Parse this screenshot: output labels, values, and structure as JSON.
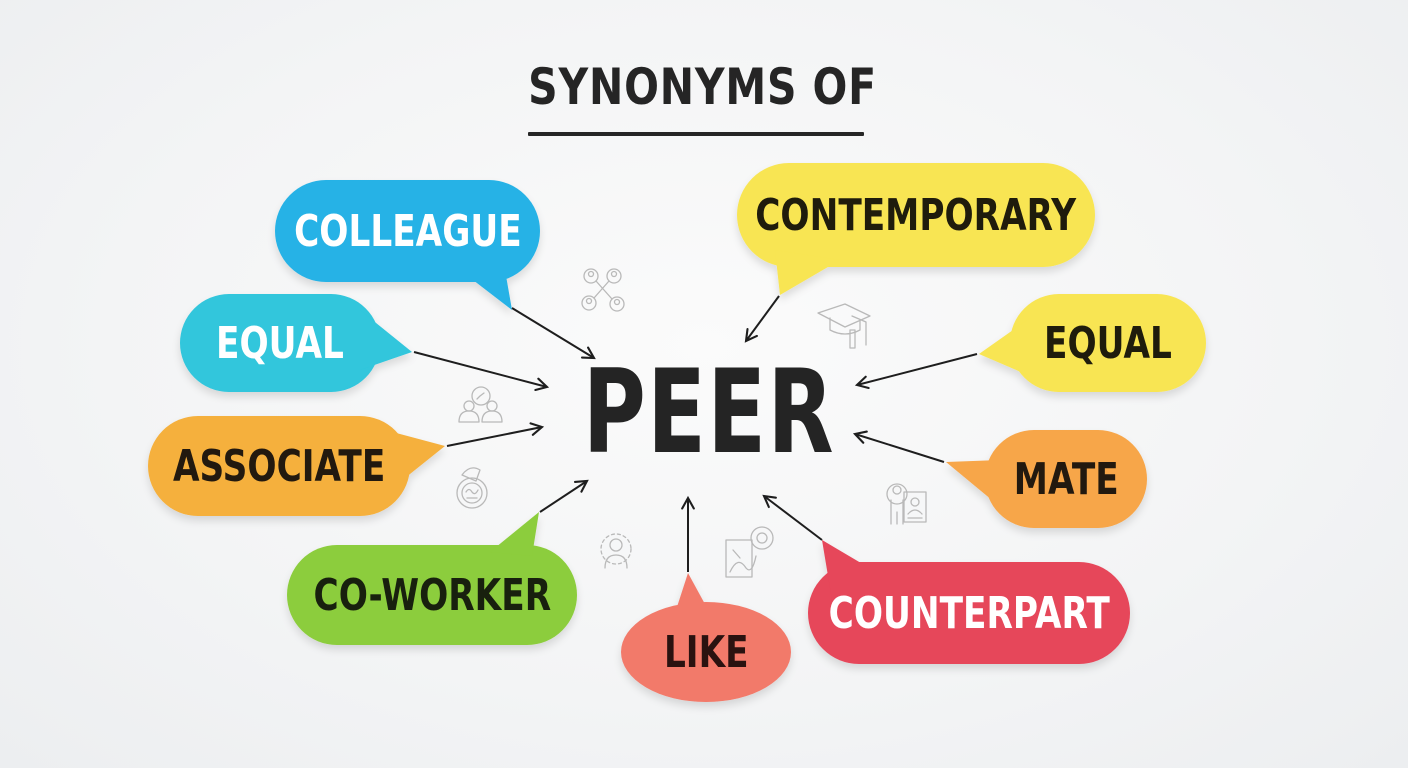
{
  "title": "SYNONYMS OF",
  "center_word": "PEER",
  "colors": {
    "background": "#f3f4f5",
    "text_dark": "#242424",
    "arrow": "#1e1e1e",
    "icon_stroke": "#b9b9b9"
  },
  "synonyms": [
    {
      "id": "colleague",
      "label": "COLLEAGUE",
      "color": "#26b2e6",
      "text_color": "#ffffff",
      "side": "left"
    },
    {
      "id": "equal-left",
      "label": "EQUAL",
      "color": "#30c6dc",
      "text_color": "#ffffff",
      "side": "left"
    },
    {
      "id": "associate",
      "label": "ASSOCIATE",
      "color": "#f5b03e",
      "text_color": "#22190f",
      "side": "left"
    },
    {
      "id": "co-worker",
      "label": "CO-WORKER",
      "color": "#8ccd3c",
      "text_color": "#18200e",
      "side": "left"
    },
    {
      "id": "like",
      "label": "LIKE",
      "color": "#f27a6a",
      "text_color": "#2a1210",
      "side": "bottom"
    },
    {
      "id": "counterpart",
      "label": "COUNTERPART",
      "color": "#e6465a",
      "text_color": "#ffffff",
      "side": "right"
    },
    {
      "id": "mate",
      "label": "MATE",
      "color": "#f7a64a",
      "text_color": "#22190f",
      "side": "right"
    },
    {
      "id": "equal-right",
      "label": "EQUAL",
      "color": "#f8e552",
      "text_color": "#1f1c0c",
      "side": "right"
    },
    {
      "id": "contemporary",
      "label": "CONTEMPORARY",
      "color": "#f8e552",
      "text_color": "#1f1c0c",
      "side": "right"
    }
  ],
  "decorative_icons": [
    "network-people-icon",
    "graduation-cap-icon",
    "team-meeting-icon",
    "medal-badge-icon",
    "user-profile-icon",
    "chart-document-icon",
    "person-id-card-icon"
  ]
}
